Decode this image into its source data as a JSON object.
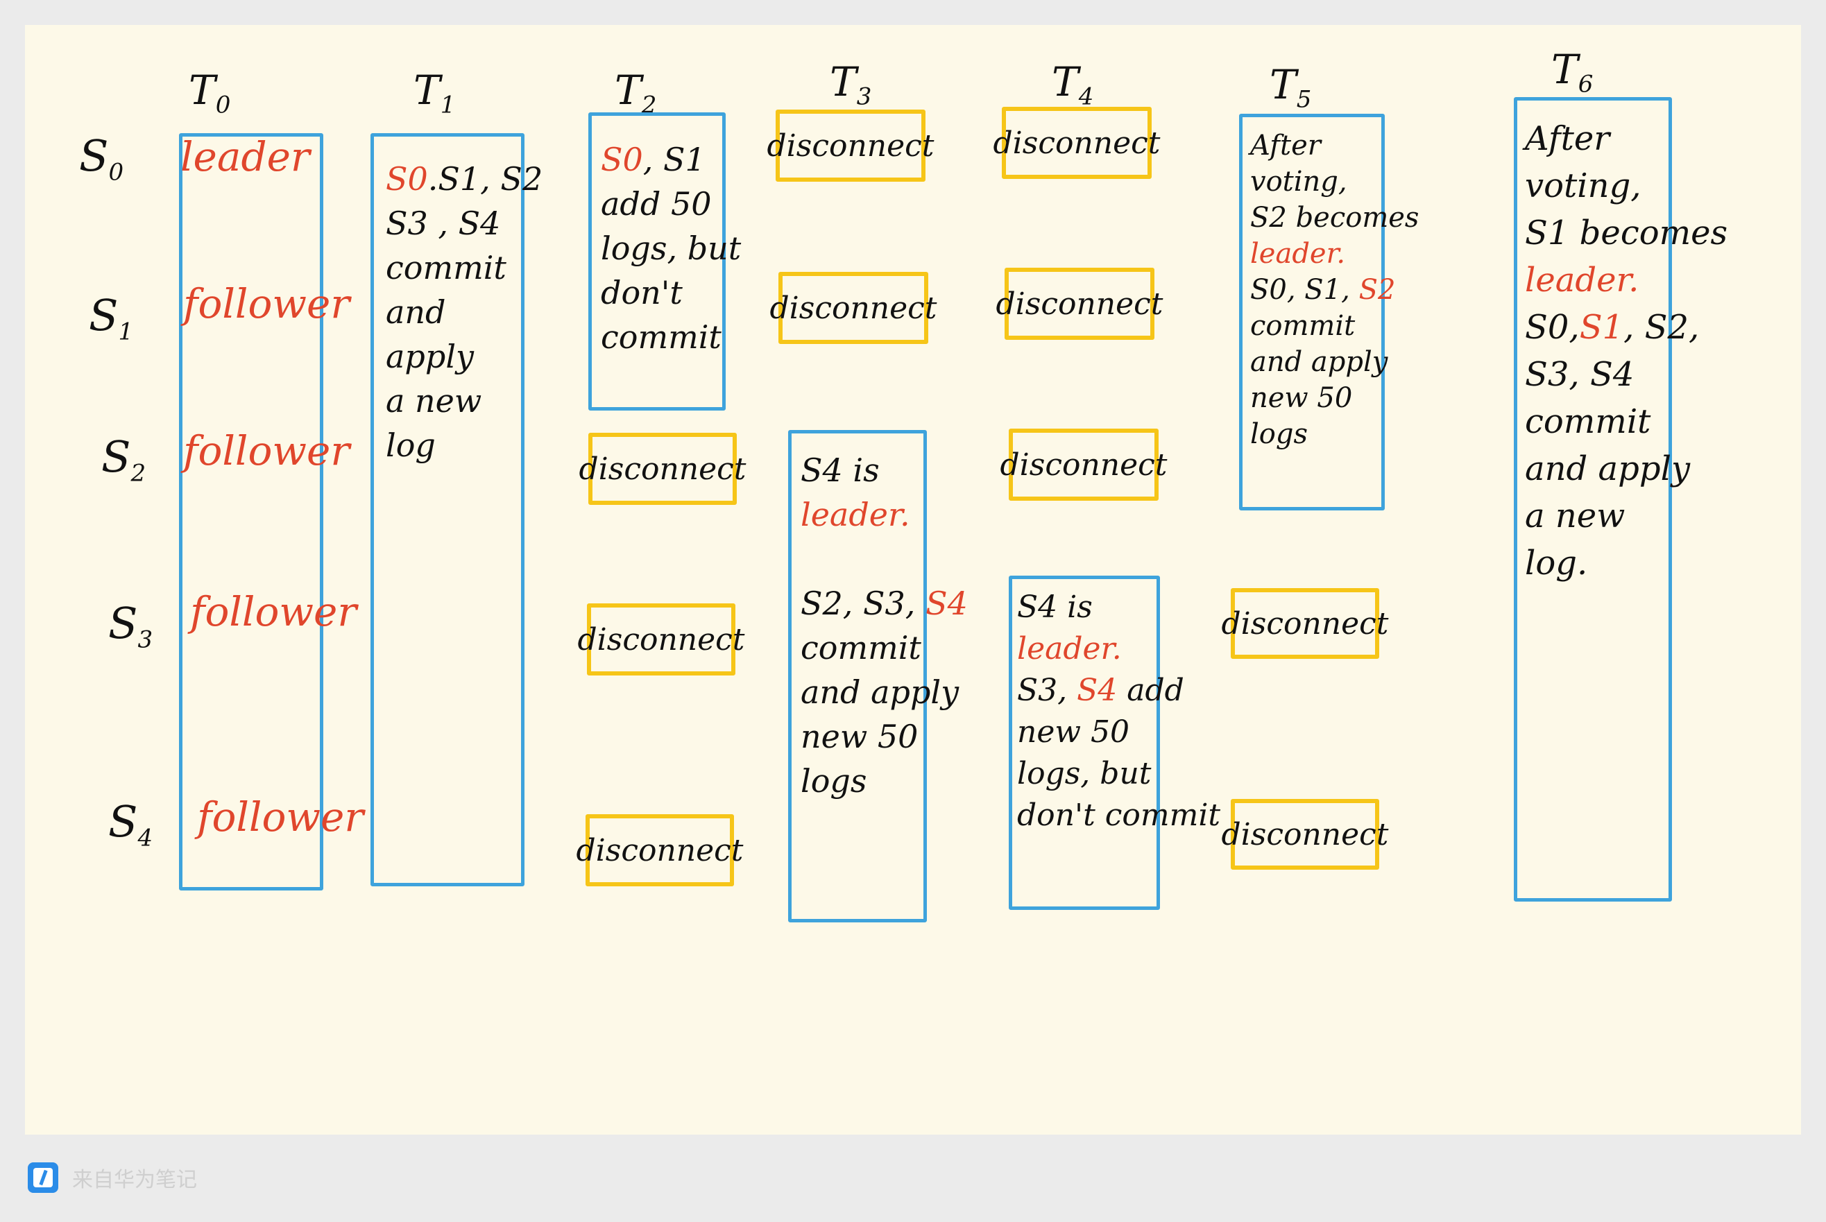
{
  "columns": [
    {
      "base": "T",
      "sub": "0"
    },
    {
      "base": "T",
      "sub": "1"
    },
    {
      "base": "T",
      "sub": "2"
    },
    {
      "base": "T",
      "sub": "3"
    },
    {
      "base": "T",
      "sub": "4"
    },
    {
      "base": "T",
      "sub": "5"
    },
    {
      "base": "T",
      "sub": "6"
    }
  ],
  "rows": [
    {
      "base": "S",
      "sub": "0"
    },
    {
      "base": "S",
      "sub": "1"
    },
    {
      "base": "S",
      "sub": "2"
    },
    {
      "base": "S",
      "sub": "3"
    },
    {
      "base": "S",
      "sub": "4"
    }
  ],
  "t0_roles": [
    "leader",
    "follower",
    "follower",
    "follower",
    "follower"
  ],
  "disconnect_label": "disconnect",
  "notes": {
    "t1": {
      "lead": "S0",
      "text": ".S1, S2\nS3 , S4\ncommit\nand\napply\na new\nlog"
    },
    "t2": {
      "lead": "S0",
      "text": ", S1\nadd 50\nlogs, but\ndon't\ncommit"
    },
    "t3": {
      "line1": "S4 is",
      "red1": "leader.",
      "line2": "S2, S3,",
      "red2": "S4",
      "text": "commit\nand apply\nnew 50\nlogs"
    },
    "t4": {
      "line1": "S4 is",
      "red1": "leader.",
      "line2": "S3,",
      "red2": "S4",
      "line2b": "add",
      "text": "new 50\nlogs, but\ndon't commit"
    },
    "t5": {
      "line1": "After\nvoting,\nS2 becomes",
      "red1": "leader.",
      "line2": "S0, S1,",
      "red2": "S2",
      "text": "commit\nand apply\nnew 50\nlogs"
    },
    "t6": {
      "line1": "After\nvoting,\nS1 becomes",
      "red1": "leader.",
      "line2a": "S0,",
      "red2": "S1",
      "line2b": ", S2,",
      "text": "S3, S4\ncommit\nand apply\na new\nlog."
    }
  },
  "footer": {
    "text": "来自华为笔记"
  },
  "colors": {
    "blue_box": "#3ea3dc",
    "yellow_box": "#f6c518",
    "red_text": "#e0462c",
    "paper": "#fdf9e8"
  }
}
